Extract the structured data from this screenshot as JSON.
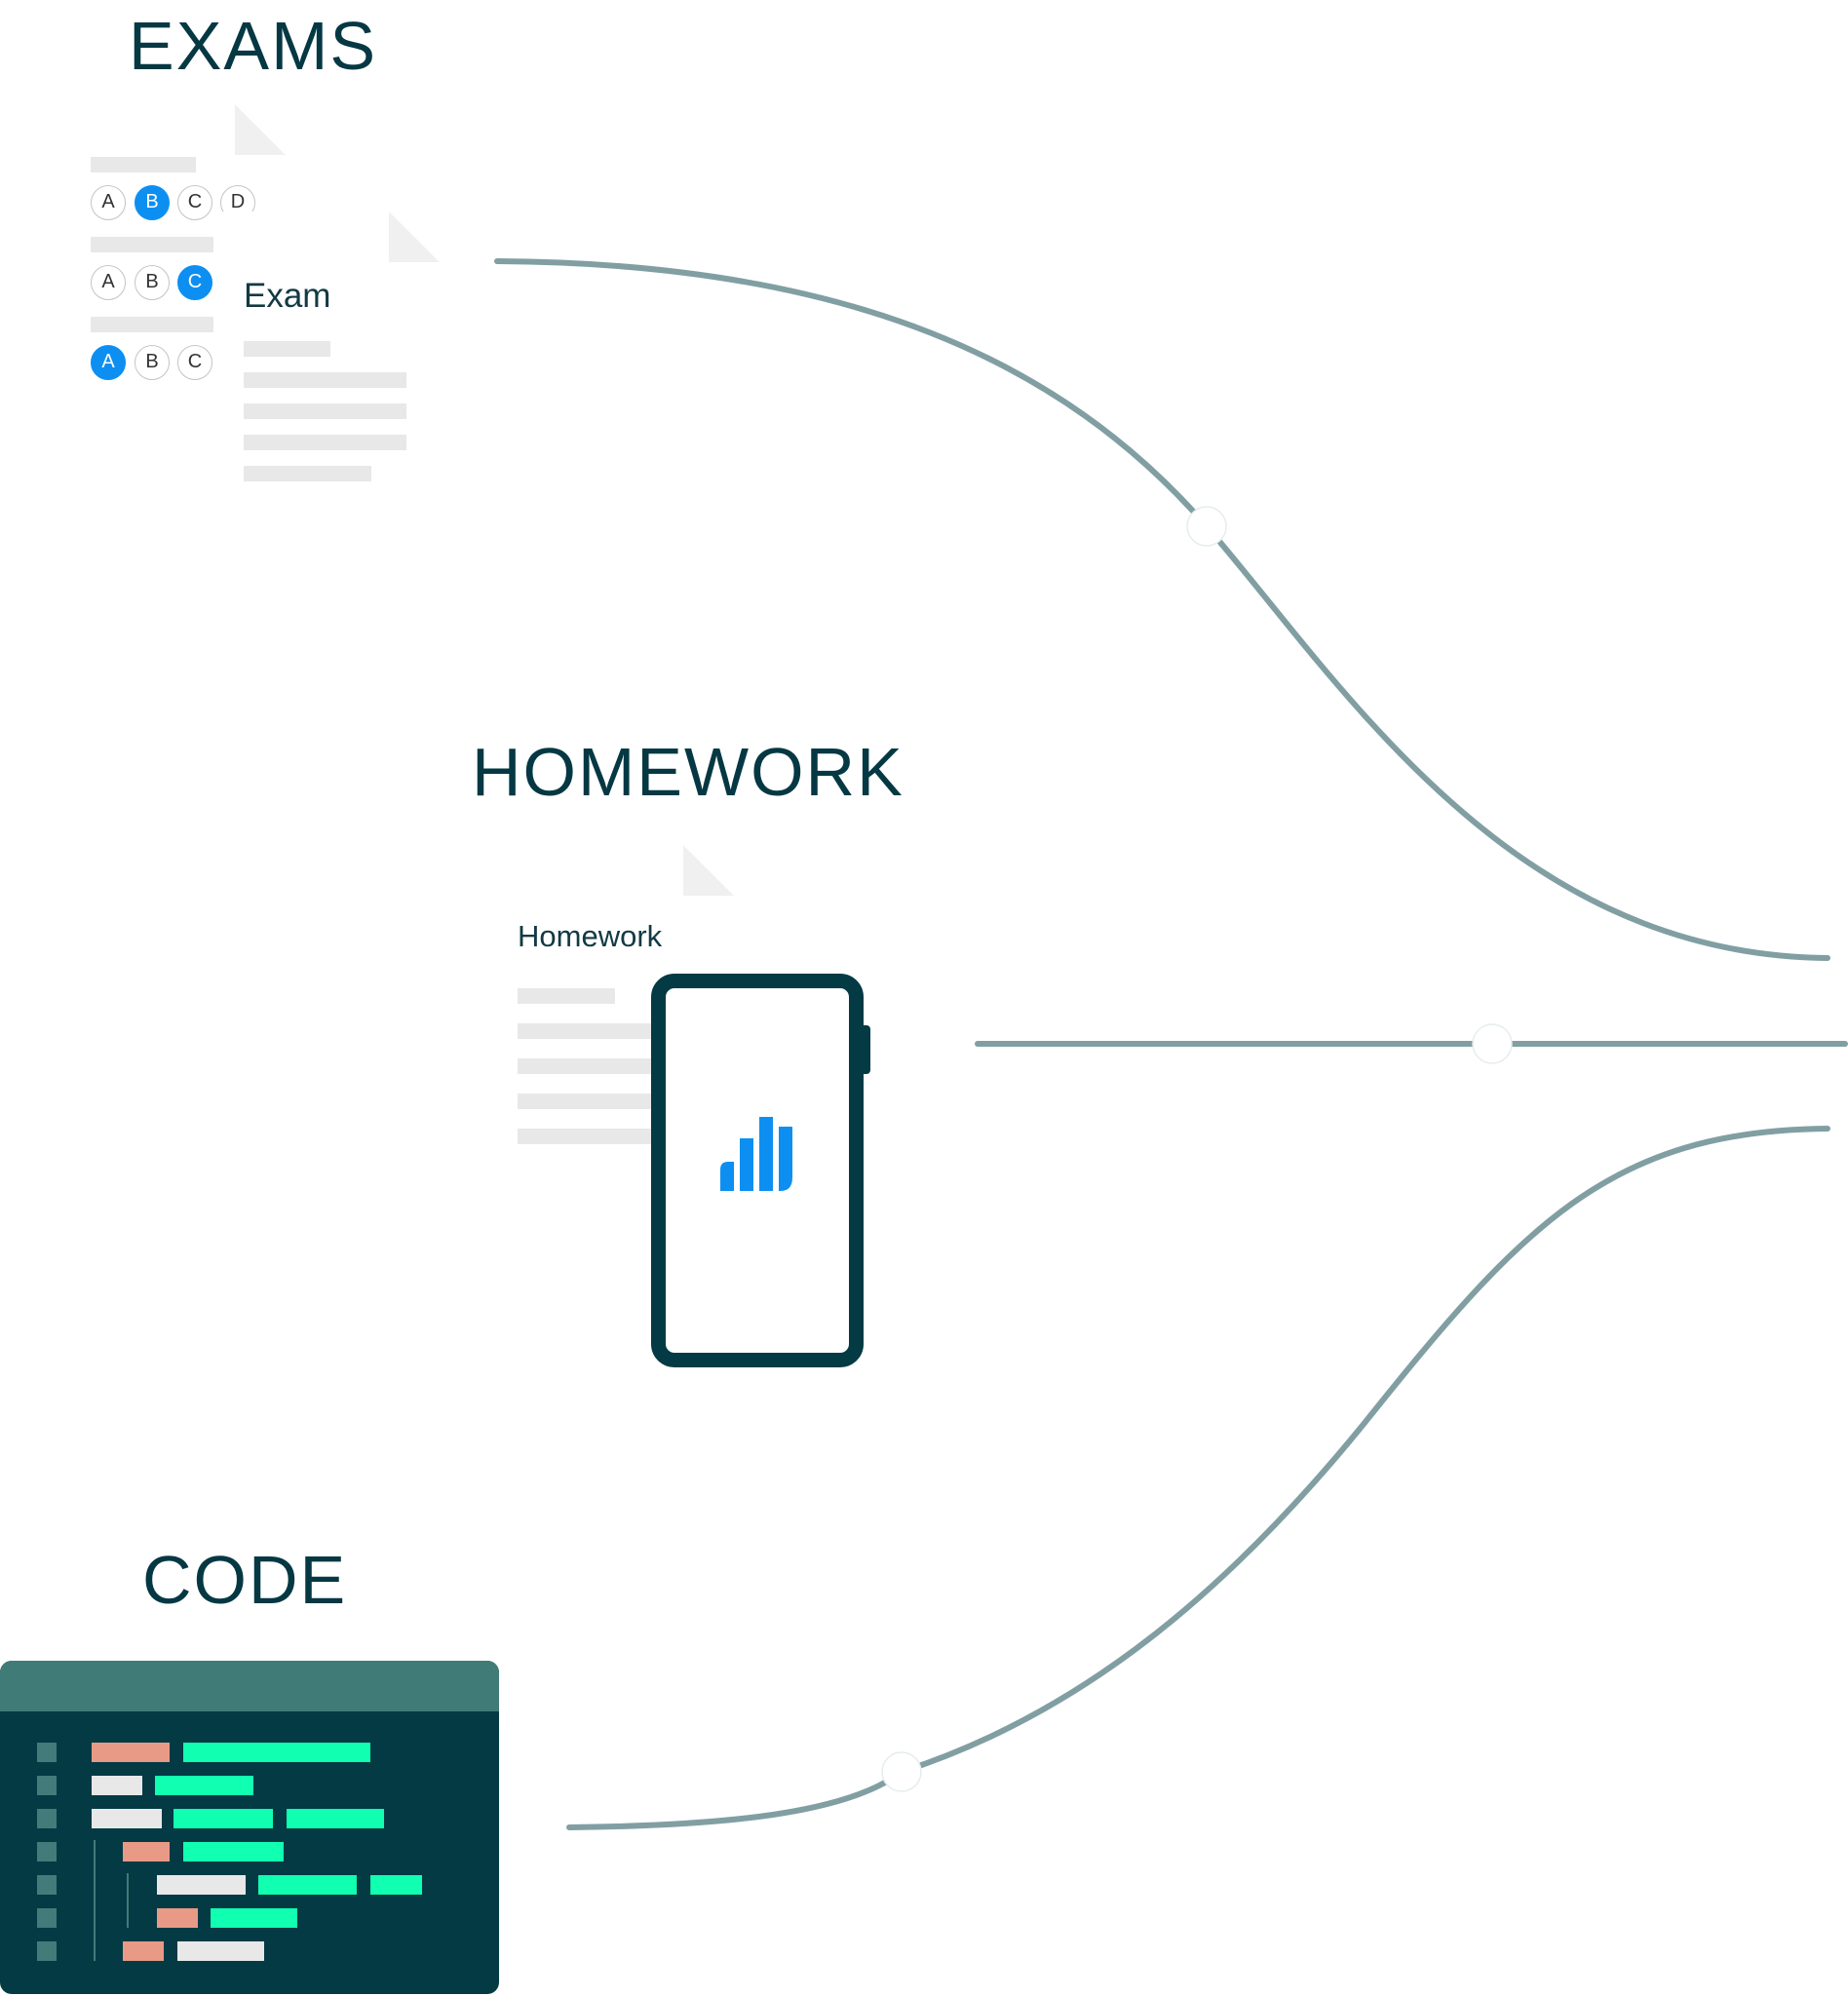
{
  "sections": {
    "exams": {
      "title": "EXAMS",
      "doc_title": "Exam"
    },
    "homework": {
      "title": "HOMEWORK",
      "doc_title": "Homework"
    },
    "code": {
      "title": "CODE"
    }
  },
  "exam_options": {
    "row1": [
      "A",
      "B",
      "C",
      "D"
    ],
    "row2": [
      "A",
      "B",
      "C"
    ],
    "row3": [
      "A",
      "B",
      "C"
    ],
    "selected": {
      "row1": "B",
      "row2": "C",
      "row3": "A"
    }
  },
  "icons": {
    "phone_screen": "bar-chart-icon"
  },
  "colors": {
    "heading": "#053843",
    "connector": "#819fa3",
    "accent_blue": "#0d8ff2",
    "code_bg": "#033a44",
    "code_header": "#417b77",
    "code_green": "#10ffb0",
    "code_salmon": "#e89a86",
    "code_white": "#e8e8e8"
  }
}
